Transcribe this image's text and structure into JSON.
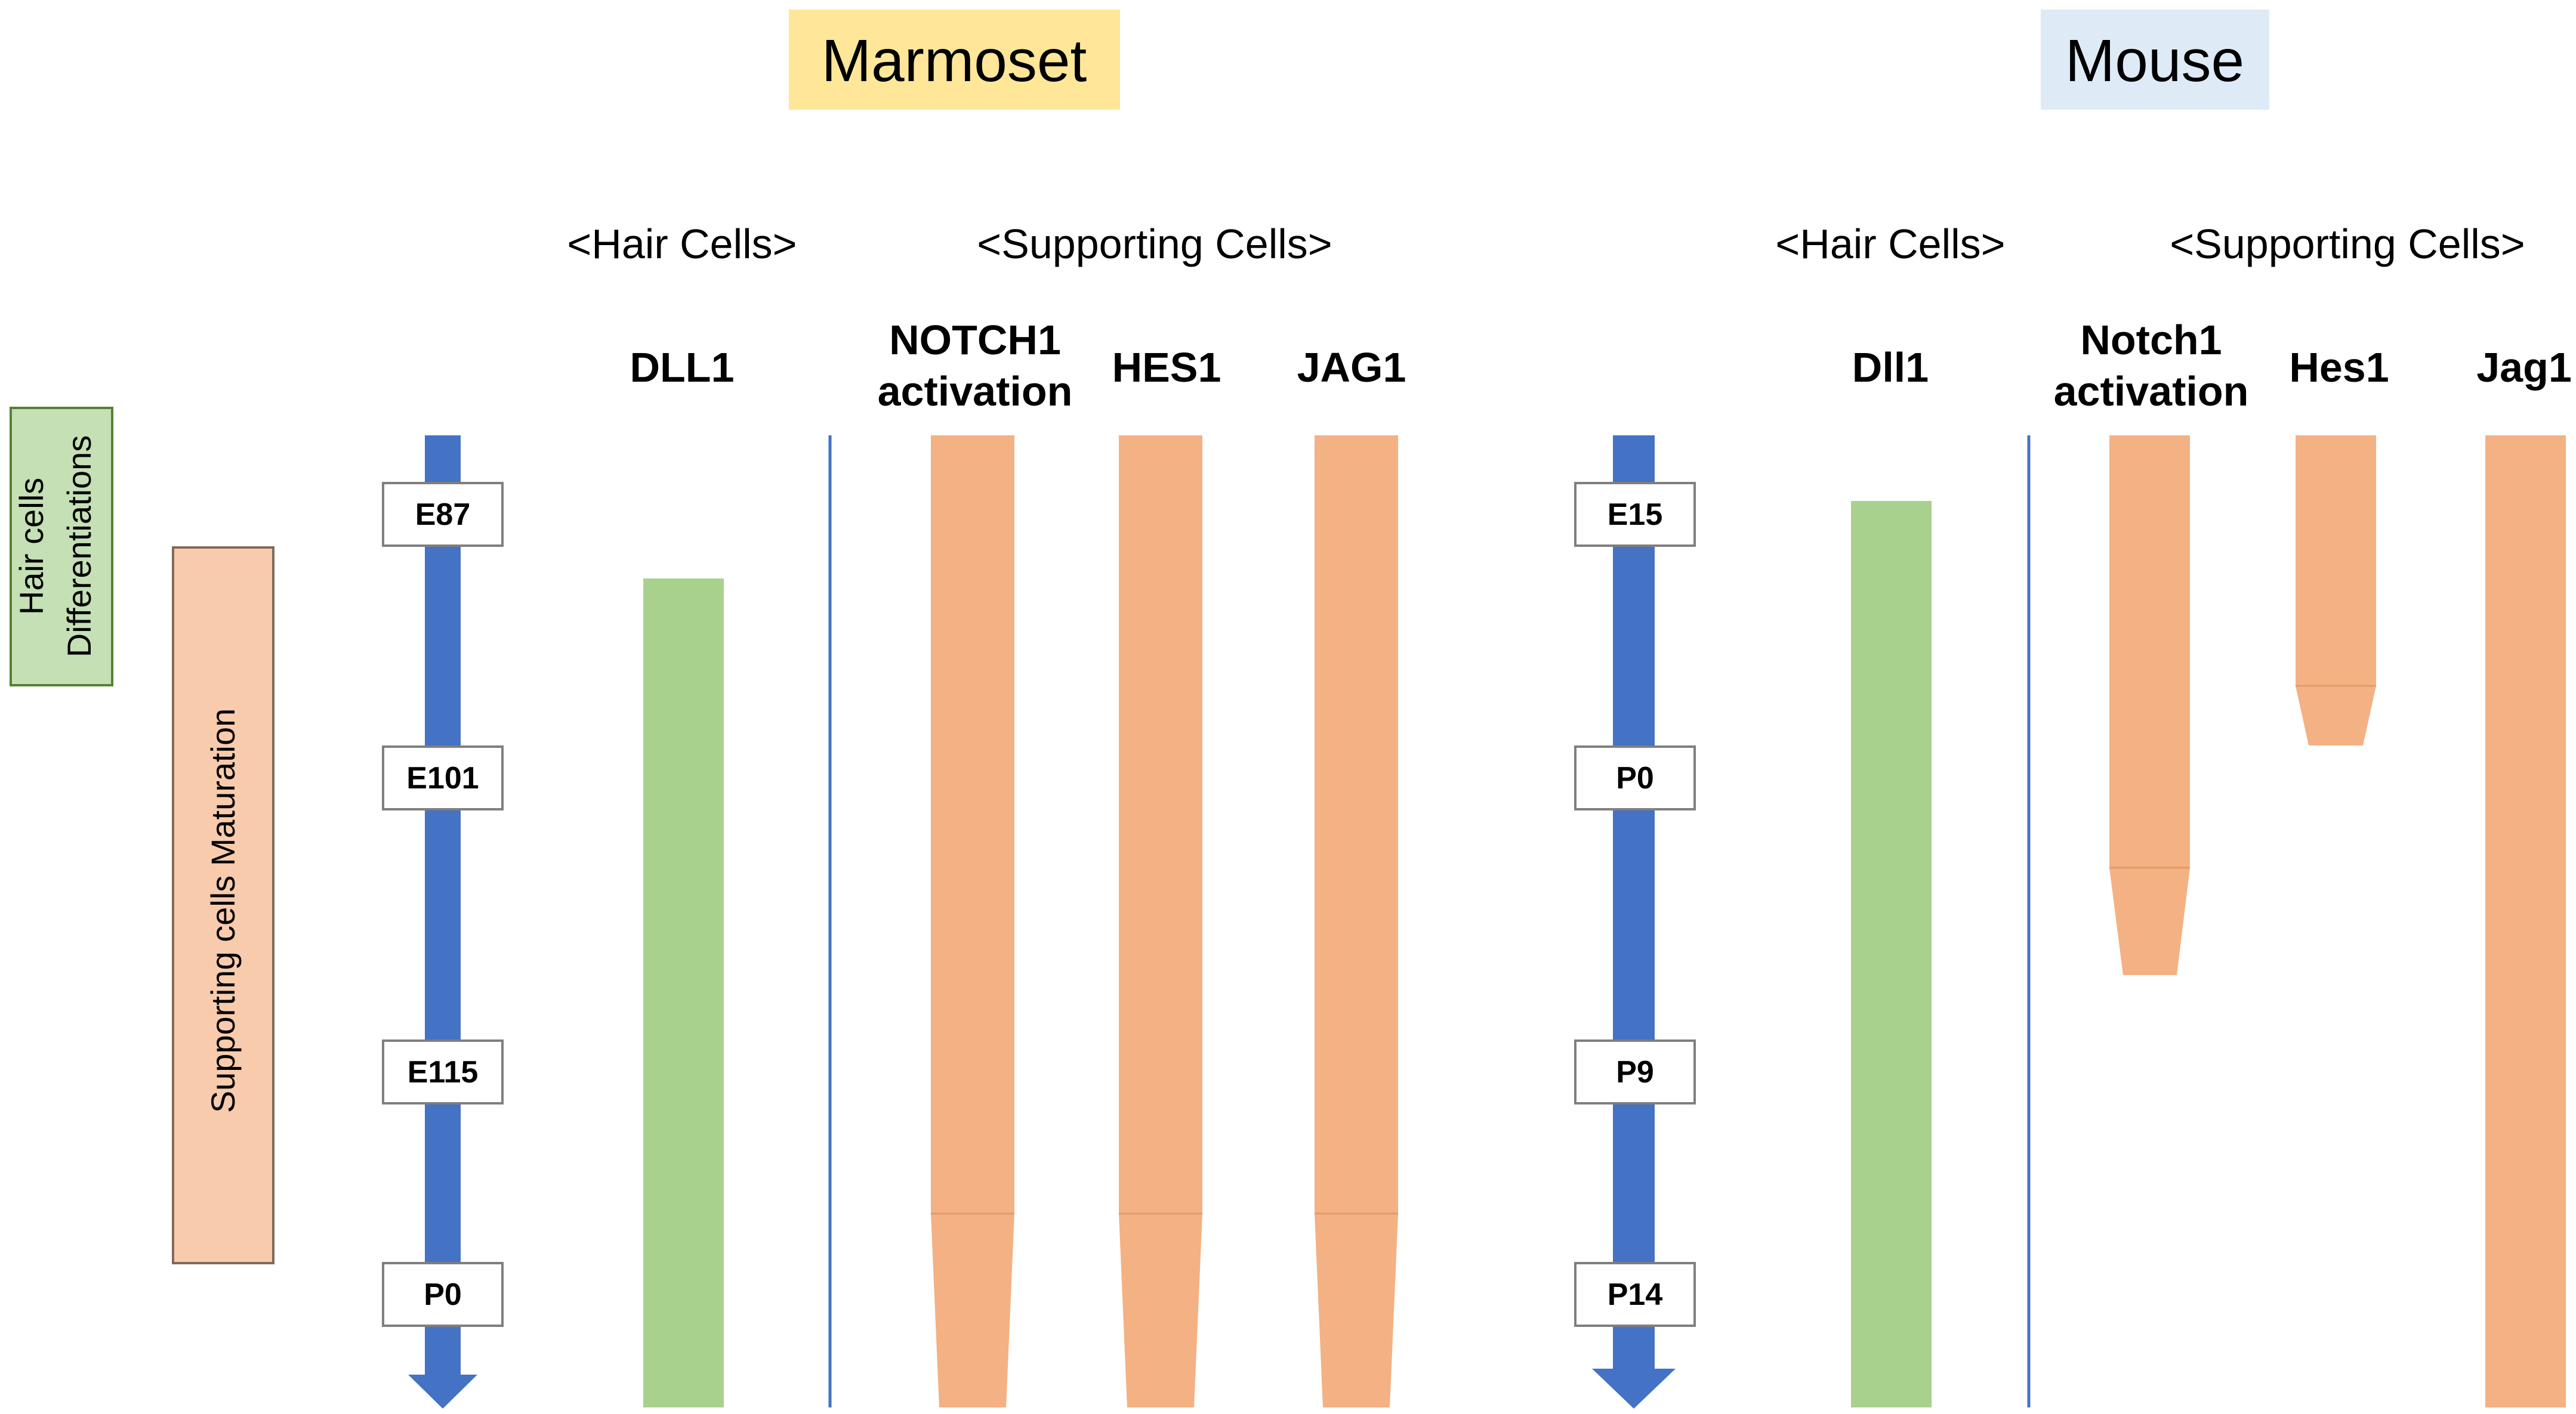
{
  "colors": {
    "marmoset_title_bg": "#FFE699",
    "mouse_title_bg": "#DEEBF7",
    "hair_cell_bar": "#A9D18E",
    "supporting_cell_bar": "#F4B183",
    "timeline_arrow": "#4472C4",
    "hair_cells_differentiation_box": "#C5E0B4",
    "supporting_cells_maturation_box": "#F8CBAD",
    "divider": "#4472C4"
  },
  "side_labels": {
    "hair_cells": {
      "line1": "Hair cells",
      "line2": "Differentiations"
    },
    "supporting_cells": "Supporting cells Maturation"
  },
  "marmoset": {
    "title": "Marmoset",
    "hair_cells_header": "<Hair Cells>",
    "supporting_cells_header": "<Supporting Cells>",
    "timepoints": [
      "E87",
      "E101",
      "E115",
      "P0"
    ],
    "genes": {
      "dll1": "DLL1",
      "notch1_line1": "NOTCH1",
      "notch1_line2": "activation",
      "hes1": "HES1",
      "jag1": "JAG1"
    }
  },
  "mouse": {
    "title": "Mouse",
    "hair_cells_header": "<Hair Cells>",
    "supporting_cells_header": "<Supporting Cells>",
    "timepoints": [
      "E15",
      "P0",
      "P9",
      "P14"
    ],
    "genes": {
      "dll1": "Dll1",
      "notch1_line1": "Notch1",
      "notch1_line2": "activation",
      "hes1": "Hes1",
      "jag1": "Jag1"
    }
  }
}
